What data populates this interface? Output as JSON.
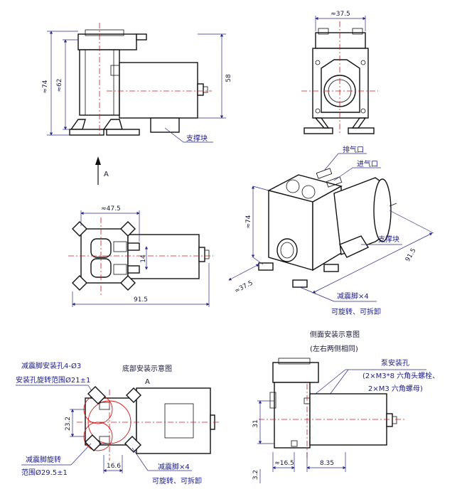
{
  "front_view": {
    "dim_height_overall": "≈74",
    "dim_height_body": "≈62",
    "dim_motor_height": "58",
    "callout_support": "支撑块"
  },
  "side_view": {
    "dim_width": "≈37.5"
  },
  "arrow_label": "A",
  "top_view": {
    "dim_width": "≈47.5",
    "dim_length": "91.5",
    "dim_port_spacing": "14"
  },
  "iso_view": {
    "callout_exhaust": "排气口",
    "callout_intake": "进气口",
    "callout_support": "支撑块",
    "dim_height": "≈74",
    "dim_width": "≈37.5",
    "dim_length": "91.5",
    "callout_feet": "减震脚×4",
    "callout_feet_note": "可旋转、可拆卸"
  },
  "bottom_view": {
    "title": "底部安装示意图",
    "title_sub": "A",
    "callout_holes": "减震脚安装孔4-Ø3",
    "callout_holes_range": "安装孔旋转范围Ø21±1",
    "callout_rotate": "减震脚旋转",
    "callout_rotate_range": "范围Ø29.5±1",
    "dim_vertical": "23.2",
    "dim_horizontal": "16.6",
    "callout_feet": "减震脚×4",
    "callout_feet_note": "可旋转、可拆卸"
  },
  "side_install": {
    "title": "侧面安装示意图",
    "title_sub": "(左右两侧相同)",
    "callout_holes": "泵安装孔",
    "callout_bolts": "(2×M3*8 六角头螺栓、",
    "callout_nuts": "2×M3 六角螺母)",
    "dim_height": "31",
    "dim_bottom": "3.2",
    "dim_left": "≈16.5",
    "dim_spacing": "8.35"
  }
}
